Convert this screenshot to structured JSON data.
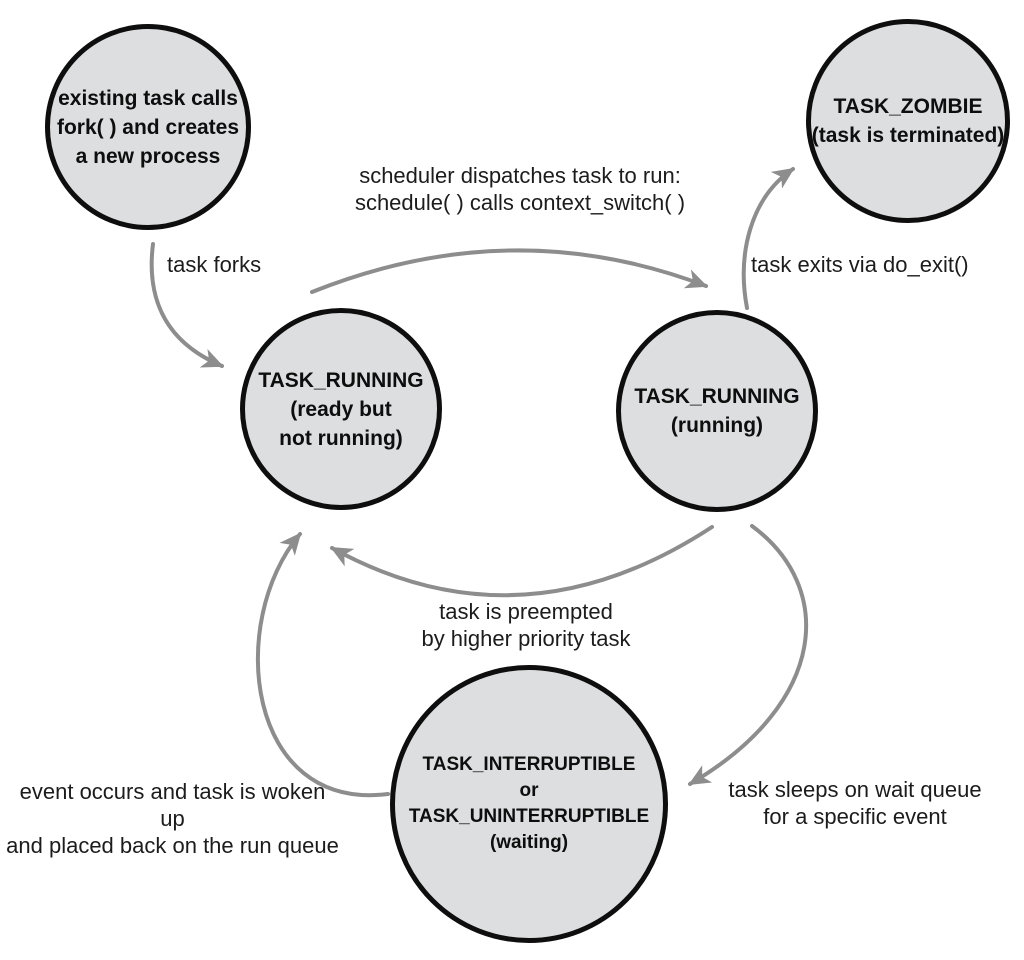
{
  "diagram": {
    "nodes": [
      {
        "name": "fork",
        "text": "existing task calls\nfork( ) and creates\na new process"
      },
      {
        "name": "zombie",
        "text": "TASK_ZOMBIE\n(task is terminated)"
      },
      {
        "name": "ready",
        "text": "TASK_RUNNING\n(ready but\nnot running)"
      },
      {
        "name": "running",
        "text": "TASK_RUNNING\n(running)"
      },
      {
        "name": "waiting",
        "text": "TASK_INTERRUPTIBLE\nor\nTASK_UNINTERRUPTIBLE\n(waiting)"
      }
    ],
    "edges": [
      {
        "name": "task-forks",
        "label": "task forks"
      },
      {
        "name": "scheduler-dispatch",
        "label": "scheduler dispatches task to run:\nschedule( ) calls context_switch( )"
      },
      {
        "name": "task-exits",
        "label": "task exits via do_exit()"
      },
      {
        "name": "task-preempted",
        "label": "task is preempted\nby higher priority task"
      },
      {
        "name": "task-sleeps",
        "label": "task sleeps on wait queue\nfor a specific event"
      },
      {
        "name": "task-woken",
        "label": "event occurs and task is woken up\nand placed back on the run queue"
      }
    ],
    "colors": {
      "background": "#ffffff",
      "node_fill": "#dcdedf",
      "node_border": "#0e0e0e",
      "arrow": "#8d8d8d",
      "label_text": "#1c1c1c"
    }
  }
}
